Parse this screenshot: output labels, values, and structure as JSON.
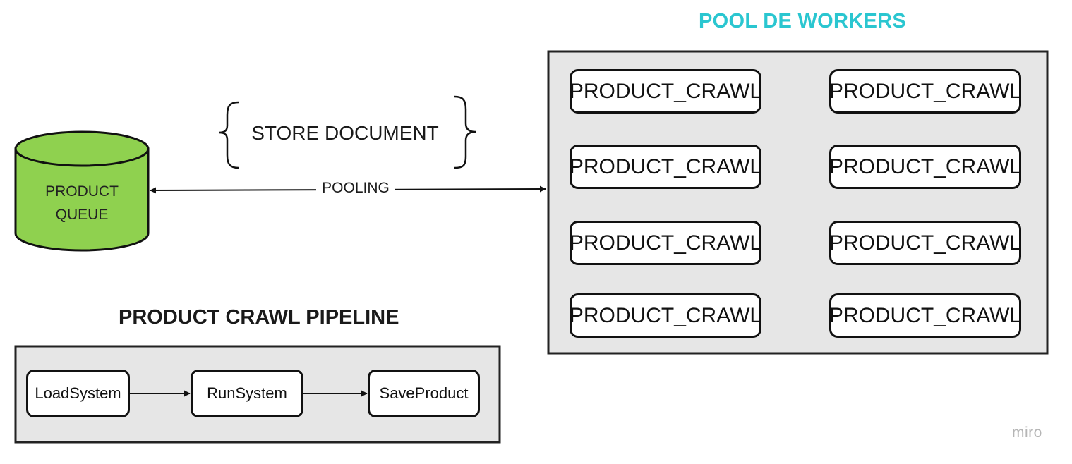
{
  "product_queue": {
    "label_line1": "PRODUCT",
    "label_line2": "QUEUE",
    "fill_color": "#8fd14f"
  },
  "store_document": {
    "label": "STORE DOCUMENT"
  },
  "connector": {
    "label": "POOLING"
  },
  "worker_pool": {
    "title": "POOL DE WORKERS",
    "title_color": "#2ac6d0",
    "background_color": "#e6e6e6",
    "workers": [
      "PRODUCT_CRAWL",
      "PRODUCT_CRAWL",
      "PRODUCT_CRAWL",
      "PRODUCT_CRAWL",
      "PRODUCT_CRAWL",
      "PRODUCT_CRAWL",
      "PRODUCT_CRAWL",
      "PRODUCT_CRAWL"
    ]
  },
  "pipeline": {
    "title": "PRODUCT CRAWL PIPELINE",
    "background_color": "#e6e6e6",
    "steps": [
      "LoadSystem",
      "RunSystem",
      "SaveProduct"
    ]
  },
  "watermark": {
    "text": "miro"
  }
}
